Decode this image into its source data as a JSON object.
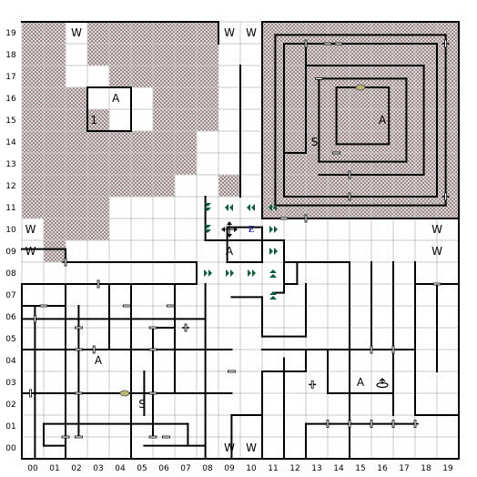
{
  "map": {
    "cols": 20,
    "rows": 20,
    "x_labels": [
      "00",
      "01",
      "02",
      "03",
      "04",
      "05",
      "06",
      "07",
      "08",
      "09",
      "10",
      "11",
      "12",
      "13",
      "14",
      "15",
      "16",
      "17",
      "18",
      "19"
    ],
    "y_labels": [
      "19",
      "18",
      "17",
      "16",
      "15",
      "14",
      "13",
      "12",
      "11",
      "10",
      "09",
      "08",
      "07",
      "06",
      "05",
      "04",
      "03",
      "02",
      "01",
      "00"
    ],
    "colors": {
      "grid": "#c8c8c8",
      "wall": "#000000",
      "dark": "#cfcfcf",
      "darkmark": "#a08888"
    },
    "dark_regions": [
      {
        "r0": 0,
        "r1": 0,
        "c0": 0,
        "c1": 1
      },
      {
        "r0": 0,
        "r1": 0,
        "c0": 3,
        "c1": 8
      },
      {
        "r0": 1,
        "r1": 1,
        "c0": 0,
        "c1": 1
      },
      {
        "r0": 1,
        "r1": 1,
        "c0": 3,
        "c1": 8
      },
      {
        "r0": 2,
        "r1": 2,
        "c0": 0,
        "c1": 1
      },
      {
        "r0": 2,
        "r1": 2,
        "c0": 4,
        "c1": 8
      },
      {
        "r0": 3,
        "r1": 3,
        "c0": 0,
        "c1": 2
      },
      {
        "r0": 3,
        "r1": 3,
        "c0": 6,
        "c1": 8
      },
      {
        "r0": 4,
        "r1": 4,
        "c0": 0,
        "c1": 3
      },
      {
        "r0": 4,
        "r1": 4,
        "c0": 6,
        "c1": 8
      },
      {
        "r0": 5,
        "r1": 5,
        "c0": 0,
        "c1": 7
      },
      {
        "r0": 6,
        "r1": 6,
        "c0": 0,
        "c1": 7
      },
      {
        "r0": 7,
        "r1": 7,
        "c0": 0,
        "c1": 6
      },
      {
        "r0": 7,
        "r1": 7,
        "c0": 9,
        "c1": 9
      },
      {
        "r0": 8,
        "r1": 8,
        "c0": 0,
        "c1": 3
      },
      {
        "r0": 9,
        "r1": 9,
        "c0": 1,
        "c1": 3
      },
      {
        "r0": 10,
        "r1": 10,
        "c0": 1,
        "c1": 1
      },
      {
        "r0": 0,
        "r1": 8,
        "c0": 11,
        "c1": 19
      }
    ],
    "letters": [
      {
        "text": "W",
        "col": 2.5,
        "row": 0.5
      },
      {
        "text": "W",
        "col": 9.5,
        "row": 0.5
      },
      {
        "text": "W",
        "col": 10.5,
        "row": 0.5
      },
      {
        "text": "A",
        "col": 4.3,
        "row": 3.5
      },
      {
        "text": "1",
        "col": 3.3,
        "row": 4.5
      },
      {
        "text": "A",
        "col": 16.5,
        "row": 4.5
      },
      {
        "text": "S",
        "col": 13.4,
        "row": 5.5
      },
      {
        "text": "W",
        "col": 0.4,
        "row": 9.5
      },
      {
        "text": "W",
        "col": 19.0,
        "row": 9.5
      },
      {
        "text": "W",
        "col": 0.4,
        "row": 10.5
      },
      {
        "text": "W",
        "col": 19.0,
        "row": 10.5
      },
      {
        "text": "A",
        "col": 9.5,
        "row": 10.5
      },
      {
        "text": "A",
        "col": 3.5,
        "row": 15.5
      },
      {
        "text": "A",
        "col": 15.5,
        "row": 16.5
      },
      {
        "text": "S",
        "col": 5.5,
        "row": 17.5
      },
      {
        "text": "W",
        "col": 9.5,
        "row": 19.5
      },
      {
        "text": "W",
        "col": 10.5,
        "row": 19.5
      }
    ],
    "markers": [
      {
        "type": "arrow-down",
        "col": 8.5,
        "row": 8.5
      },
      {
        "type": "arrow-down",
        "col": 8.5,
        "row": 9.5
      },
      {
        "type": "arrow-left",
        "col": 9.5,
        "row": 8.5
      },
      {
        "type": "arrow-left",
        "col": 10.5,
        "row": 8.5
      },
      {
        "type": "arrow-left",
        "col": 11.5,
        "row": 8.5
      },
      {
        "type": "arrow-right",
        "col": 11.5,
        "row": 9.5
      },
      {
        "type": "arrow-right",
        "col": 11.5,
        "row": 10.5
      },
      {
        "type": "arrow-right",
        "col": 8.5,
        "row": 11.5
      },
      {
        "type": "arrow-right",
        "col": 9.5,
        "row": 11.5
      },
      {
        "type": "arrow-right",
        "col": 10.5,
        "row": 11.5
      },
      {
        "type": "arrow-up",
        "col": 11.5,
        "row": 11.5
      },
      {
        "type": "arrow-up",
        "col": 11.5,
        "row": 12.5
      },
      {
        "type": "spinner",
        "col": 9.5,
        "row": 9.5
      },
      {
        "type": "exit",
        "col": 10.5,
        "row": 9.5
      },
      {
        "type": "fountain",
        "col": 16.5,
        "row": 16.5
      },
      {
        "type": "key",
        "col": 15.5,
        "row": 3
      },
      {
        "type": "key",
        "col": 4.7,
        "row": 17
      }
    ],
    "walls": [
      [
        0,
        0,
        9,
        0
      ],
      [
        9,
        0,
        9,
        1
      ],
      [
        11,
        0,
        20,
        0
      ],
      [
        20,
        0,
        20,
        20
      ],
      [
        0,
        20,
        20,
        20
      ],
      [
        11,
        0,
        11,
        9
      ],
      [
        11,
        9,
        20,
        9
      ],
      [
        11.6,
        0.6,
        19.4,
        0.6
      ],
      [
        11.6,
        0.6,
        11.6,
        8.4
      ],
      [
        11.6,
        8.4,
        19.4,
        8.4
      ],
      [
        19.4,
        0.6,
        19.4,
        8.4
      ],
      [
        12,
        1,
        19,
        1
      ],
      [
        12,
        1,
        12,
        8
      ],
      [
        12,
        8,
        19,
        8
      ],
      [
        19,
        1,
        19,
        8
      ],
      [
        13,
        2,
        18.4,
        2
      ],
      [
        13,
        2,
        13,
        6
      ],
      [
        13,
        6,
        12,
        6
      ],
      [
        13.6,
        7,
        18.4,
        7
      ],
      [
        18.4,
        2,
        18.4,
        7
      ],
      [
        13.6,
        2.6,
        17.6,
        2.6
      ],
      [
        13.6,
        2.6,
        13.6,
        6.4
      ],
      [
        13.6,
        6.4,
        17.6,
        6.4
      ],
      [
        17.6,
        2.6,
        17.6,
        6.4
      ],
      [
        14.4,
        3,
        16.8,
        3
      ],
      [
        14.4,
        3,
        14.4,
        5.6
      ],
      [
        14.4,
        5.6,
        16.8,
        5.6
      ],
      [
        16.8,
        3,
        16.8,
        5.6
      ],
      [
        13,
        1,
        13,
        2
      ],
      [
        3,
        3,
        5,
        3
      ],
      [
        3,
        3,
        3,
        5
      ],
      [
        3,
        5,
        5,
        5
      ],
      [
        5,
        3,
        5,
        5
      ],
      [
        10,
        2,
        10,
        8
      ],
      [
        8.4,
        8,
        8.4,
        10
      ],
      [
        8.4,
        10,
        12,
        10
      ],
      [
        12,
        10,
        12,
        12.4
      ],
      [
        11.6,
        12.4,
        12,
        12.4
      ],
      [
        9.4,
        9.4,
        11,
        9.4
      ],
      [
        9.4,
        9.4,
        9.4,
        11
      ],
      [
        9.4,
        11,
        11,
        11
      ],
      [
        11,
        9.4,
        11,
        11
      ],
      [
        0,
        10.4,
        2,
        10.4
      ],
      [
        2,
        10.4,
        2,
        11
      ],
      [
        2,
        11,
        8,
        11
      ],
      [
        8,
        11,
        8,
        12
      ],
      [
        12,
        11,
        15,
        11
      ],
      [
        15,
        11,
        15,
        20
      ],
      [
        16,
        11,
        16,
        15
      ],
      [
        17,
        11,
        17,
        15
      ],
      [
        18,
        11,
        18,
        12
      ],
      [
        18,
        12,
        20,
        12
      ],
      [
        12.6,
        11,
        12.6,
        12
      ],
      [
        12,
        12,
        12.6,
        12
      ],
      [
        0,
        12,
        8,
        12
      ],
      [
        0,
        12,
        0,
        20
      ],
      [
        0,
        13,
        2,
        13
      ],
      [
        0.6,
        13,
        0.6,
        20
      ],
      [
        0,
        13.6,
        8.4,
        13.6
      ],
      [
        0,
        15,
        9.6,
        15
      ],
      [
        0,
        17,
        9.6,
        17
      ],
      [
        2,
        12,
        2,
        20
      ],
      [
        4,
        12,
        4,
        15
      ],
      [
        5,
        12,
        5,
        20
      ],
      [
        7,
        12,
        7,
        17
      ],
      [
        8.4,
        12,
        8.4,
        20
      ],
      [
        2.6,
        13,
        2.6,
        19
      ],
      [
        6,
        14,
        7,
        14
      ],
      [
        6,
        14,
        6,
        19
      ],
      [
        5.6,
        16,
        5.6,
        18
      ],
      [
        1,
        18.4,
        7.6,
        18.4
      ],
      [
        1,
        18.4,
        1,
        19.4
      ],
      [
        1,
        19.4,
        2,
        19.4
      ],
      [
        7.6,
        18.4,
        7.6,
        19.4
      ],
      [
        5.6,
        19.4,
        8.4,
        19.4
      ],
      [
        9.6,
        12.6,
        11,
        12.6
      ],
      [
        11,
        12.6,
        11,
        14.4
      ],
      [
        11,
        14.4,
        13,
        14.4
      ],
      [
        13,
        12,
        13,
        14.4
      ],
      [
        11,
        15,
        18,
        15
      ],
      [
        12,
        15.4,
        12,
        20
      ],
      [
        13,
        15,
        13,
        16
      ],
      [
        14,
        15,
        14,
        17
      ],
      [
        14,
        17,
        17,
        17
      ],
      [
        17,
        15,
        17,
        18
      ],
      [
        9.6,
        18,
        11,
        18
      ],
      [
        9.6,
        18,
        9.6,
        20
      ],
      [
        11,
        16,
        11,
        20
      ],
      [
        11,
        16,
        13,
        16
      ],
      [
        13,
        18.4,
        18,
        18.4
      ],
      [
        13,
        18.4,
        13,
        20
      ],
      [
        18,
        18,
        20,
        18
      ],
      [
        19,
        12,
        19,
        16
      ],
      [
        18,
        12,
        18,
        18
      ]
    ],
    "doors": [
      [
        13,
        1,
        "v"
      ],
      [
        14,
        1,
        "h"
      ],
      [
        14.5,
        1,
        "h"
      ],
      [
        19.4,
        1,
        "v"
      ],
      [
        13.6,
        2.6,
        "h"
      ],
      [
        14.4,
        6,
        "h"
      ],
      [
        15,
        7,
        "v"
      ],
      [
        15,
        8,
        "v"
      ],
      [
        19.4,
        8,
        "v"
      ],
      [
        13,
        9,
        "v"
      ],
      [
        12,
        9,
        "h"
      ],
      [
        2,
        11,
        "v"
      ],
      [
        3.5,
        12,
        "v"
      ],
      [
        19,
        12,
        "h"
      ],
      [
        1,
        13,
        "h"
      ],
      [
        4.8,
        13,
        "h"
      ],
      [
        6.8,
        13,
        "h"
      ],
      [
        0.6,
        13.6,
        "v"
      ],
      [
        2.6,
        14,
        "h"
      ],
      [
        6,
        14,
        "h"
      ],
      [
        7.5,
        14,
        "v"
      ],
      [
        2.6,
        15,
        "h"
      ],
      [
        6,
        15,
        "h"
      ],
      [
        3.3,
        15,
        "v"
      ],
      [
        9.6,
        16,
        "h"
      ],
      [
        16,
        15,
        "v"
      ],
      [
        17,
        15,
        "v"
      ],
      [
        2.6,
        17,
        "h"
      ],
      [
        6,
        17,
        "h"
      ],
      [
        13.3,
        16.6,
        "v"
      ],
      [
        2,
        19,
        "h"
      ],
      [
        2.6,
        19,
        "h"
      ],
      [
        6,
        19,
        "h"
      ],
      [
        6.6,
        19,
        "h"
      ],
      [
        14,
        18.4,
        "v"
      ],
      [
        15,
        18.4,
        "v"
      ],
      [
        16,
        18.4,
        "v"
      ],
      [
        17,
        18.4,
        "v"
      ],
      [
        18,
        18.4,
        "v"
      ],
      [
        0.4,
        17,
        "v"
      ]
    ]
  }
}
